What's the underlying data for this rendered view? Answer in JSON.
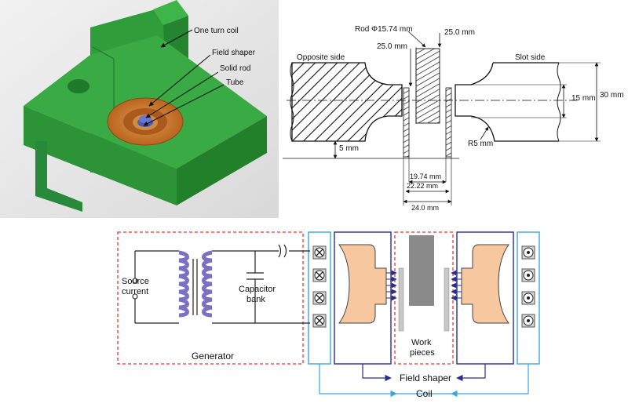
{
  "panel_3d": {
    "labels": {
      "one_turn_coil": "One turn coil",
      "field_shaper": "Field shaper",
      "solid_rod": "Solid rod",
      "tube": "Tube"
    },
    "colors": {
      "coil": "#2a9a35",
      "shaper": "#c8772a",
      "rod": "#3d4aa0"
    }
  },
  "panel_drawing": {
    "labels": {
      "rod_dia": "Rod Φ15.74 mm",
      "dim_25_top": "25.0 mm",
      "dim_25_left": "25.0 mm",
      "opposite_side": "Opposite side",
      "slot_side": "Slot side",
      "dim_15": "15 mm",
      "dim_30": "30 mm",
      "dim_5": "5 mm",
      "r5": "R5 mm",
      "dim_1974": "19.74 mm",
      "dim_2222": "22.22 mm",
      "dim_240": "24.0 mm"
    }
  },
  "panel_schematic": {
    "labels": {
      "source_current": "Source\ncurrent",
      "capacitor_bank": "Capacitor\nbank",
      "generator": "Generator",
      "work_pieces": "Work\npieces",
      "field_shaper": "Field shaper",
      "coil": "Coil"
    },
    "colors": {
      "dashed_red": "#e53935",
      "coil_blue": "#3fa3e0",
      "shaper_navy": "#2a2e8a",
      "shaper_fill": "#f7c7a0",
      "winding": "#7b6fc6"
    }
  }
}
